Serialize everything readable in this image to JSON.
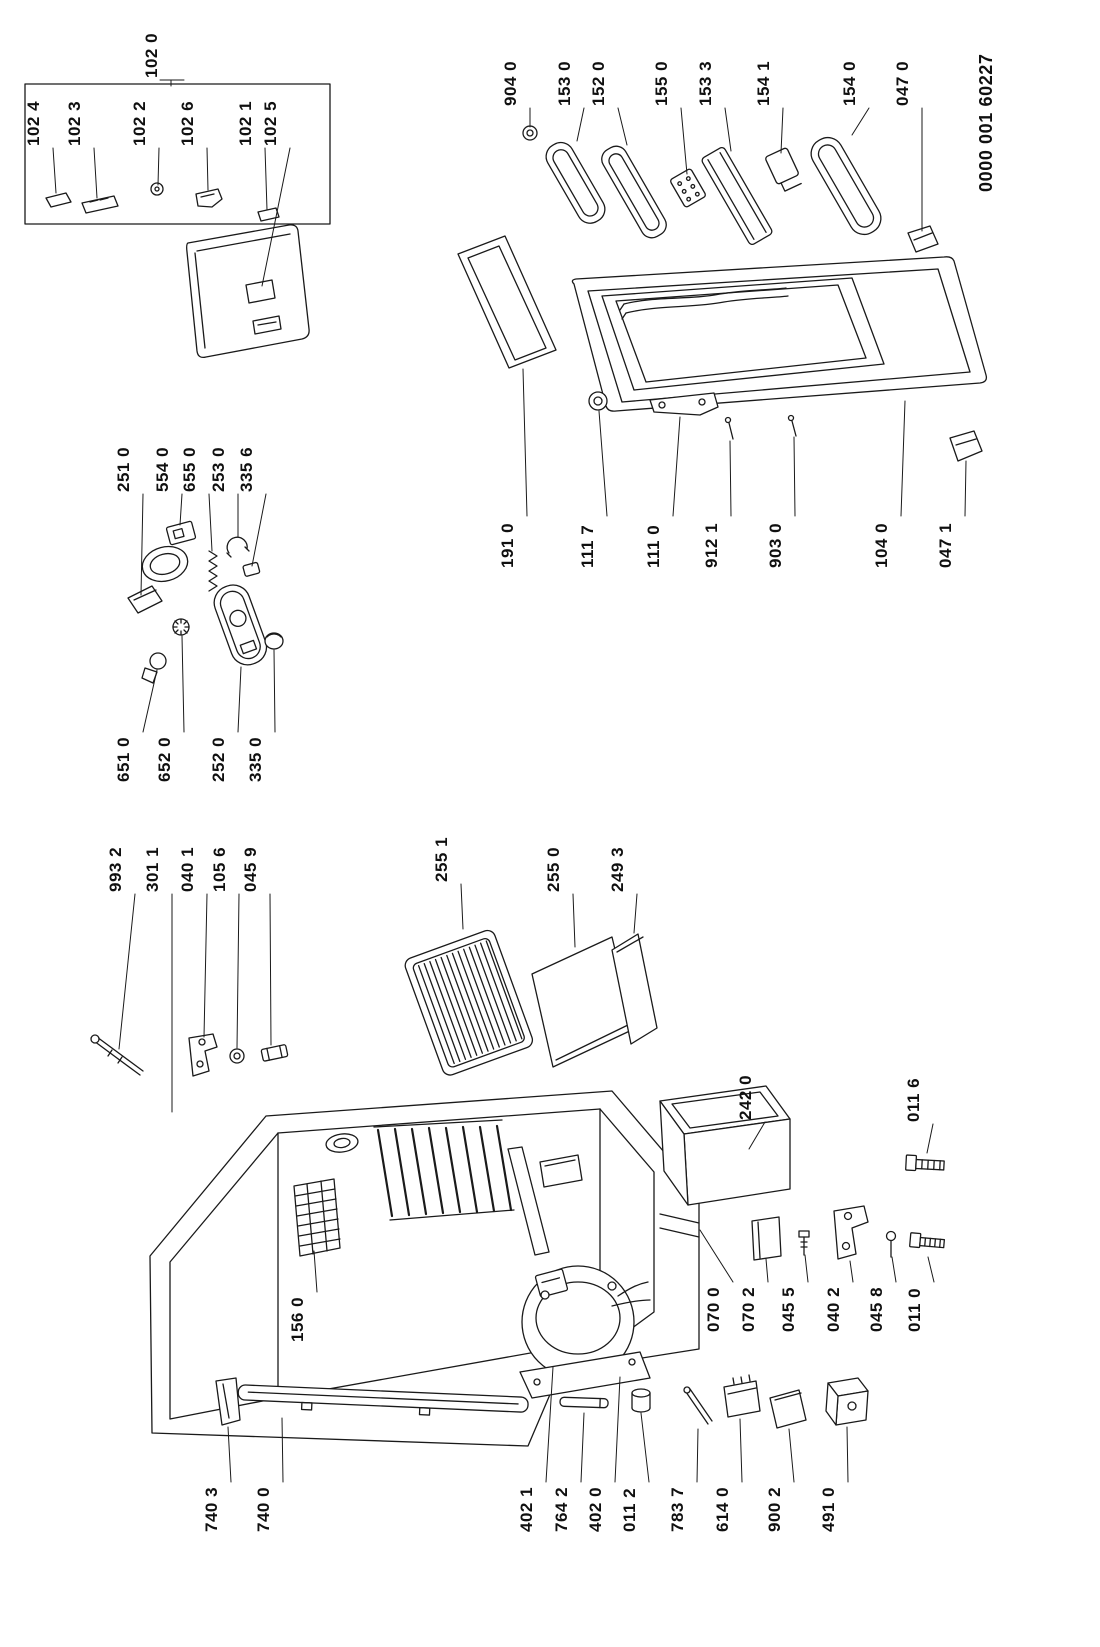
{
  "diagram": {
    "document_number": "0000 001 60227",
    "inner_door_group": {
      "group_label": "102 0",
      "part_labels": [
        "102 4",
        "102 3",
        "102 2",
        "102 6",
        "102 1",
        "102 5"
      ]
    },
    "door_assembly": {
      "top_labels": [
        "904 0",
        "153 0",
        "152 0",
        "155 0",
        "153 3",
        "154 1",
        "154 0",
        "047 0"
      ],
      "bottom_labels": [
        "191 0",
        "111 7",
        "111 0",
        "912 1",
        "903 0",
        "104 0",
        "047 1"
      ]
    },
    "thermostat_assembly": {
      "top_labels": [
        "251 0",
        "554 0",
        "655 0",
        "253 0",
        "335 6"
      ],
      "bottom_labels": [
        "651 0",
        "652 0",
        "252 0",
        "335 0"
      ]
    },
    "cabinet_assembly": {
      "top_labels": [
        "993 2",
        "301 1",
        "040 1",
        "105 6",
        "045 9"
      ],
      "shelf_labels": [
        "255 1",
        "255 0",
        "249 3"
      ],
      "crisper_label": "242 0",
      "bolt_label": "011 6",
      "evaporator_label": "156 0",
      "right_labels": [
        "070 0",
        "070 2",
        "045 5",
        "040 2",
        "045 8",
        "011 0"
      ],
      "base_labels": [
        "740 3",
        "740 0"
      ],
      "compressor_labels": [
        "402 1",
        "764 2",
        "402 0",
        "011 2",
        "783 7",
        "614 0",
        "900 2",
        "491 0"
      ]
    }
  }
}
